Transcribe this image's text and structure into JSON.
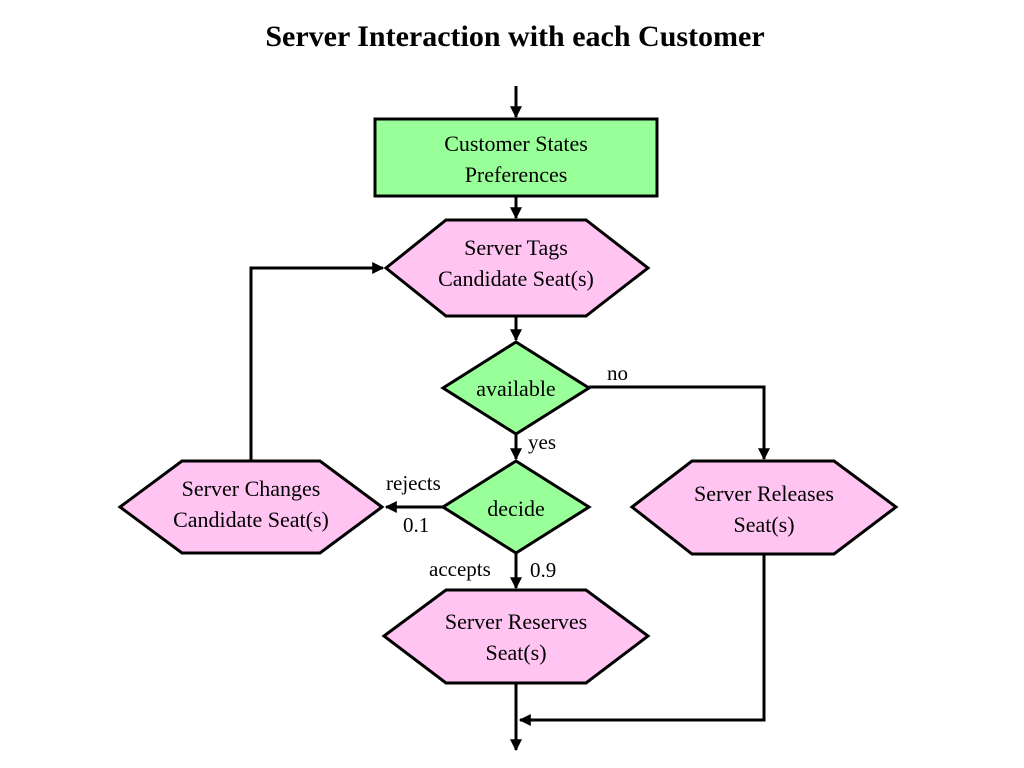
{
  "title": "Server Interaction with each Customer",
  "colors": {
    "process_fill": "#99ff99",
    "server_fill": "#ffc4f2",
    "decision_fill": "#99ff99",
    "stroke": "#000000"
  },
  "nodes": {
    "customer_states": {
      "line1": "Customer States",
      "line2": "Preferences"
    },
    "server_tags": {
      "line1": "Server Tags",
      "line2": "Candidate Seat(s)"
    },
    "available": {
      "label": "available"
    },
    "decide": {
      "label": "decide"
    },
    "server_changes": {
      "line1": "Server Changes",
      "line2": "Candidate Seat(s)"
    },
    "server_releases": {
      "line1": "Server Releases",
      "line2": "Seat(s)"
    },
    "server_reserves": {
      "line1": "Server Reserves",
      "line2": "Seat(s)"
    }
  },
  "edges": {
    "no": "no",
    "yes": "yes",
    "rejects": "rejects",
    "rejects_prob": "0.1",
    "accepts": "accepts",
    "accepts_prob": "0.9"
  }
}
